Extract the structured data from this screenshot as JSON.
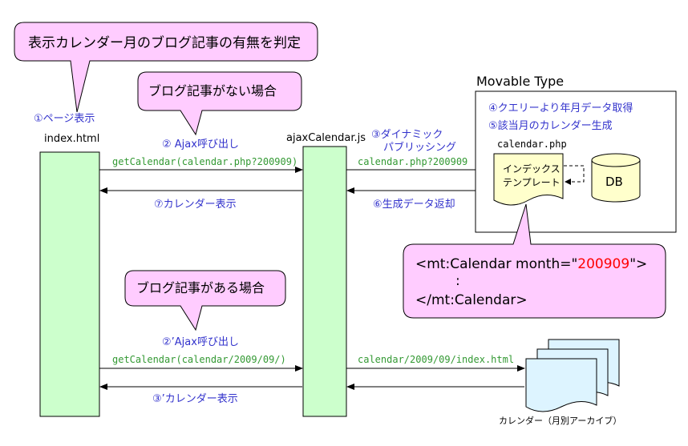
{
  "callouts": {
    "main": "表示カレンダー月のブログ記事の有無を判定",
    "no_posts": "ブログ記事がない場合",
    "has_posts": "ブログ記事がある場合"
  },
  "actors": {
    "page_step": "①ページ表示",
    "index": "index.html",
    "ajax": "ajaxCalendar.js",
    "mt_title": "Movable Type",
    "calendar_php": "calendar.php",
    "template_line1": "インデックス",
    "template_line2": "テンプレート",
    "db": "DB",
    "archive": "カレンダー（月別アーカイブ）"
  },
  "mt_steps": {
    "query": "④クエリーより年月データ取得",
    "generate": "⑤該当月のカレンダー生成"
  },
  "flows": {
    "ajax_call": "② Ajax呼び出し",
    "get_calendar_php": "getCalendar(calendar.php?200909)",
    "dynamic_line1": "③ダイナミック",
    "dynamic_line2": "パブリッシング",
    "calendar_php_req": "calendar.php?200909",
    "return_data": "⑥生成データ返却",
    "show_calendar": "⑦カレンダー表示",
    "ajax_call2": "②’Ajax呼び出し",
    "get_calendar_dir": "getCalendar(calendar/2009/09/)",
    "index_req": "calendar/2009/09/index.html",
    "show_calendar2": "③’カレンダー表示"
  },
  "mt_tag": {
    "open_prefix": "<mt:Calendar month=\"",
    "month": "200909",
    "open_suffix": "\">",
    "dots": ":",
    "close": "</mt:Calendar>"
  },
  "colors": {
    "callout_fill": "#ffccff",
    "lifeline_fill": "#ccffcc",
    "note_fill": "#ffffcc",
    "blue_text": "#3333cc",
    "green_text": "#339933",
    "red_text": "#ff0000"
  }
}
